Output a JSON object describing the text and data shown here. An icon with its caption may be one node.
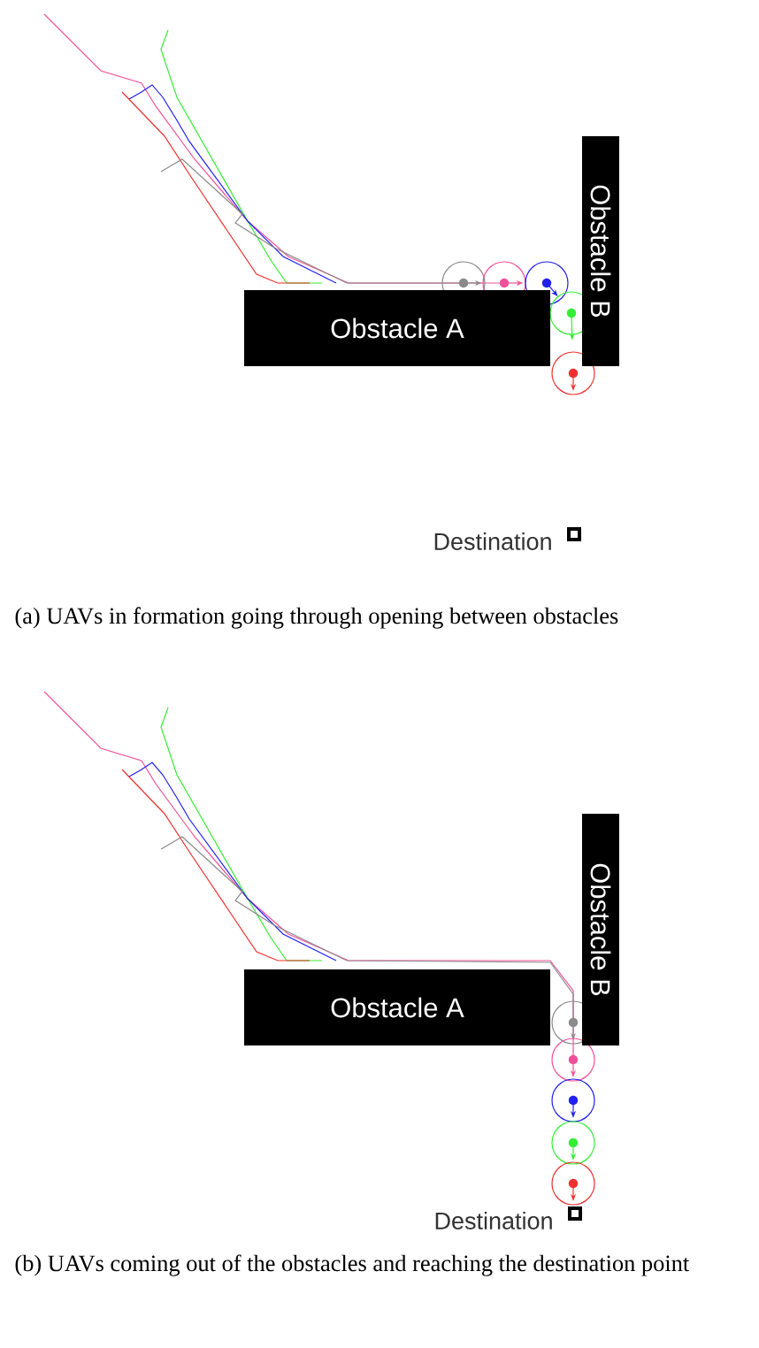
{
  "diagram": {
    "nodes": [
      {
        "text": [
          "Obstacle A"
        ]
      },
      {
        "text": [
          "Obstacle B"
        ]
      },
      {
        "text": [],
        "shape": "box",
        "beside": [
          "Destination"
        ]
      },
      {
        "text": [
          "Obstacle A"
        ]
      },
      {
        "text": [
          "Obstacle B"
        ]
      },
      {
        "text": [],
        "shape": "box",
        "beside": [
          "Destination"
        ]
      }
    ],
    "labels": [
      "(a) UAVs in formation going through opening between obstacles",
      "(b) UAVs coming out of the obstacles and reaching the destination point"
    ]
  }
}
